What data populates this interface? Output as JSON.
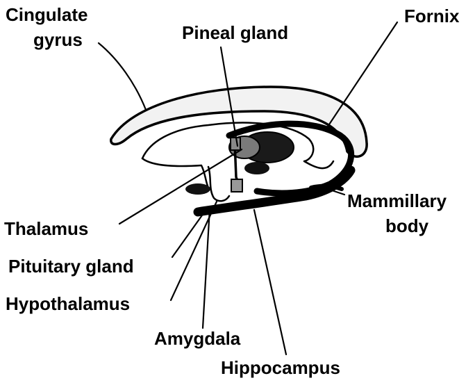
{
  "diagram": {
    "labels": {
      "cingulate_gyrus_line1": "Cingulate",
      "cingulate_gyrus_line2": "gyrus",
      "pineal_gland": "Pineal gland",
      "fornix": "Fornix",
      "mammillary_body_line1": "Mammillary",
      "mammillary_body_line2": "body",
      "thalamus": "Thalamus",
      "pituitary_gland": "Pituitary gland",
      "hypothalamus": "Hypothalamus",
      "amygdala": "Amygdala",
      "hippocampus": "Hippocampus"
    },
    "colors": {
      "ink": "#000000",
      "cingulate_fill": "#f2f2f2",
      "thalamus_fill": "#7a7a7a",
      "background": "#ffffff"
    }
  }
}
